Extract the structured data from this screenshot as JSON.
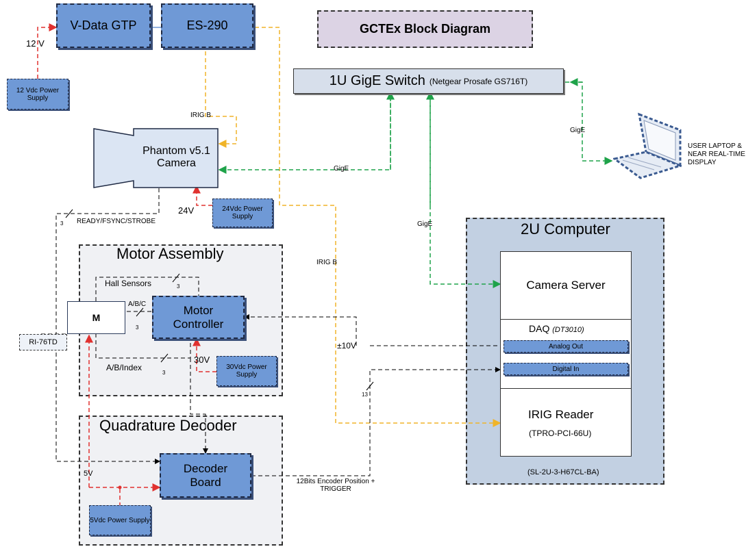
{
  "title": "GCTEx Block Diagram",
  "switch": {
    "name": "1U GigE Switch",
    "model": "(Netgear Prosafe GS716T)"
  },
  "vdata": "V-Data GTP",
  "es290": "ES-290",
  "psu12": "12 Vdc Power Supply",
  "label_12v": "12 V",
  "irigb_top": "IRIG B",
  "camera": {
    "line1": "Phantom v5.1",
    "line2": "Camera"
  },
  "gige_cam": "GigE",
  "gige_laptop": "GigE",
  "gige_server": "GigE",
  "laptop_label": "USER LAPTOP & NEAR REAL-TIME DISPLAY",
  "label_24v": "24V",
  "psu24": "24Vdc Power Supply",
  "ready": "READY/FSYNC/STROBE",
  "bus3a": "3",
  "irigb_mid": "IRIG B",
  "motor_assembly": "Motor Assembly",
  "hall": "Hall Sensors",
  "bus3b": "3",
  "abc": "A/B/C",
  "bus3c": "3",
  "motor_m": "M",
  "motor_ctrl": {
    "line1": "Motor",
    "line2": "Controller"
  },
  "ri": "RI-76TD",
  "abindex": "A/B/Index",
  "bus3d": "3",
  "label_30v": "30V",
  "psu30": "30Vdc Power Supply",
  "pm10": "±10V",
  "computer": {
    "title": "2U Computer",
    "camera_server": "Camera Server",
    "daq": "DAQ",
    "daq_model": "(DT3010)",
    "analog_out": "Analog Out",
    "digital_in": "Digital In",
    "irig_reader": "IRIG Reader",
    "irig_model": "(TPRO-PCI-66U)",
    "chassis": "(SL-2U-3-H67CL-BA)"
  },
  "bus13": "13",
  "quad": "Quadrature Decoder",
  "decoder": {
    "line1": "Decoder",
    "line2": "Board"
  },
  "label_5v": "5V",
  "psu5": "5Vdc Power Supply",
  "encoder": "12Bits Encoder Position + TRIGGER",
  "colors": {
    "box_blue": "#6f99d6",
    "gige_green": "#1fa34a",
    "irig_orange": "#f0b429",
    "power_red": "#e0312f"
  }
}
